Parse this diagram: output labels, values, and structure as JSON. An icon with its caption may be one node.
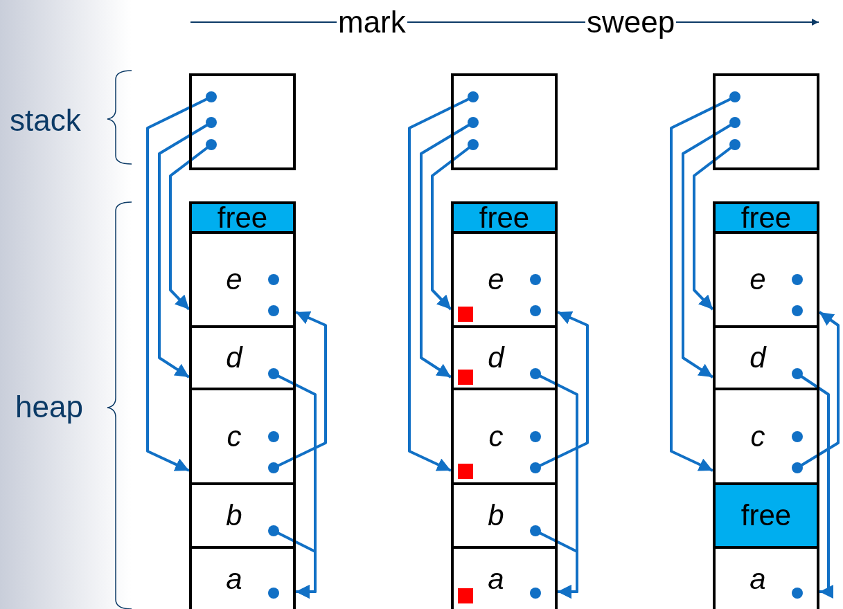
{
  "diagram": {
    "nodes": [
      {
        "text": [],
        "shape": "box"
      },
      {
        "text": [
          "free"
        ]
      },
      {
        "text": [
          "e"
        ]
      },
      {
        "text": [
          "d"
        ]
      },
      {
        "text": [
          "c"
        ]
      },
      {
        "text": [
          "b"
        ]
      },
      {
        "text": [
          "a"
        ]
      },
      {
        "text": [],
        "shape": "box"
      },
      {
        "text": [
          "free"
        ]
      },
      {
        "text": [
          "e"
        ]
      },
      {
        "text": [
          "d"
        ]
      },
      {
        "text": [
          "c"
        ]
      },
      {
        "text": [
          "b"
        ]
      },
      {
        "text": [
          "a"
        ]
      },
      {
        "text": [],
        "shape": "box"
      },
      {
        "text": [
          "free"
        ]
      },
      {
        "text": [
          "e"
        ]
      },
      {
        "text": [
          "d"
        ]
      },
      {
        "text": [
          "c"
        ]
      },
      {
        "text": [
          "free"
        ]
      },
      {
        "text": [
          "a"
        ]
      }
    ],
    "edges": [
      {
        "from": 0,
        "to": 4,
        "arrow": "to"
      },
      {
        "from": 0,
        "to": 3,
        "arrow": "to"
      },
      {
        "from": 0,
        "to": 2,
        "arrow": "to"
      },
      {
        "from": 3,
        "to": 6,
        "arrow": "to"
      },
      {
        "from": 5,
        "to": 6,
        "arrow": "to"
      },
      {
        "from": 4,
        "to": 2,
        "arrow": "to"
      },
      {
        "from": 7,
        "to": 11,
        "arrow": "to"
      },
      {
        "from": 7,
        "to": 10,
        "arrow": "to"
      },
      {
        "from": 7,
        "to": 9,
        "arrow": "to"
      },
      {
        "from": 10,
        "to": 13,
        "arrow": "to"
      },
      {
        "from": 12,
        "to": 13,
        "arrow": "to"
      },
      {
        "from": 11,
        "to": 9,
        "arrow": "to"
      },
      {
        "from": 14,
        "to": 18,
        "arrow": "to"
      },
      {
        "from": 14,
        "to": 17,
        "arrow": "to"
      },
      {
        "from": 14,
        "to": 16,
        "arrow": "to"
      },
      {
        "from": 17,
        "to": 20,
        "arrow": "to"
      },
      {
        "from": 18,
        "to": 16,
        "arrow": "to"
      }
    ],
    "labels": [
      "mark",
      "sweep",
      "stack",
      "heap"
    ]
  }
}
